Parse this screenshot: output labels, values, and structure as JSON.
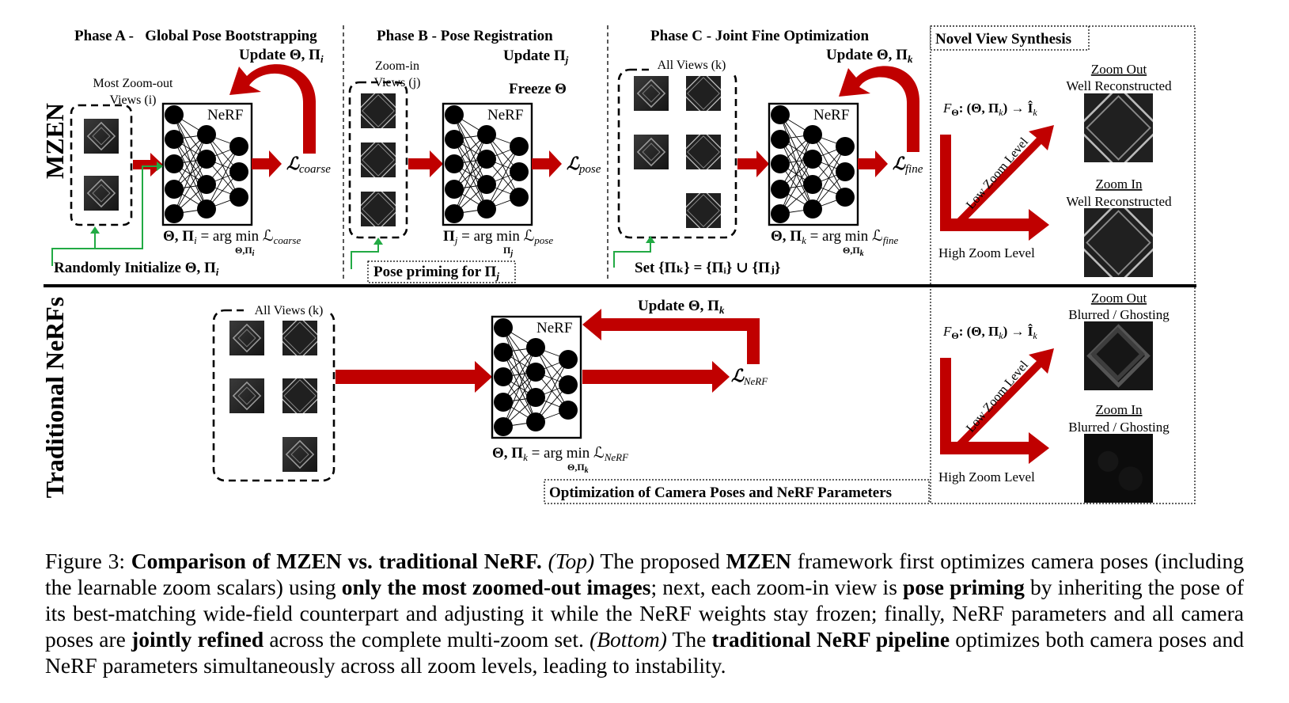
{
  "row_labels": {
    "top": "MZEN",
    "bottom": "Traditional NeRFs"
  },
  "phase_a": {
    "title": "Phase A -   Global Pose Bootstrapping",
    "update": "Update Θ, Π",
    "update_sub": "i",
    "views_label_1": "Most Zoom-out",
    "views_label_2": "Views (i)",
    "nerf": "NeRF",
    "loss_sym": "ℒ",
    "loss_sub": "coarse",
    "eq_main": "Θ, Π",
    "eq_sub": "i",
    "eq_rest": " = arg min ℒ",
    "eq_rest_sub": "coarse",
    "eq_under": "Θ,Π",
    "eq_under_sub": "i",
    "init": "Randomly Initialize Θ, Π",
    "init_sub": "i"
  },
  "phase_b": {
    "title": "Phase B - Pose Registration",
    "update": "Update Π",
    "update_sub": "j",
    "freeze": "Freeze Θ",
    "views_label_1": "Zoom-in",
    "views_label_2": "Views (j)",
    "nerf": "NeRF",
    "loss_sym": "ℒ",
    "loss_sub": "pose",
    "eq_main": "Π",
    "eq_sub": "j",
    "eq_rest": " = arg min ℒ",
    "eq_rest_sub": "pose",
    "eq_under": "Π",
    "eq_under_sub": "j",
    "priming": "Pose priming for Π",
    "priming_sub": "j"
  },
  "phase_c": {
    "title": "Phase C - Joint Fine Optimization",
    "update": "Update Θ, Π",
    "update_sub": "k",
    "views_label": "All Views (k)",
    "nerf": "NeRF",
    "loss_sym": "ℒ",
    "loss_sub": "fine",
    "eq_main": "Θ, Π",
    "eq_sub": "k",
    "eq_rest": " = arg min ℒ",
    "eq_rest_sub": "fine",
    "eq_under": "Θ,Π",
    "eq_under_sub": "k",
    "set": "Set {Π",
    "set_full": "Set {Πₖ} = {Πᵢ} ∪ {Πⱼ}"
  },
  "novel_view": {
    "title": "Novel View Synthesis",
    "formula": "F",
    "formula_sub": "Θ",
    "formula_rest": ": (Θ, Π",
    "formula_rest_sub": "k",
    "formula_end": ") → Î",
    "formula_end_sub": "k",
    "low_zoom": "Low Zoom Level",
    "high_zoom": "High Zoom Level",
    "top_out_title": "Zoom Out",
    "top_out_desc": "Well Reconstructed",
    "top_in_title": "Zoom In",
    "top_in_desc": "Well Reconstructed",
    "bottom_out_title": "Zoom Out",
    "bottom_out_desc": "Blurred / Ghosting",
    "bottom_in_title": "Zoom In",
    "bottom_in_desc": "Blurred / Ghosting"
  },
  "traditional": {
    "views_label": "All Views (k)",
    "nerf": "NeRF",
    "update": "Update Θ, Π",
    "update_sub": "k",
    "loss_sym": "ℒ",
    "loss_sub": "NeRF",
    "eq_main": "Θ, Π",
    "eq_sub": "k",
    "eq_rest": " = arg min ℒ",
    "eq_rest_sub": "NeRF",
    "eq_under": "Θ,Π",
    "eq_under_sub": "k",
    "optimization": "Optimization of Camera Poses and NeRF Parameters"
  },
  "caption": {
    "fig": "Figure 3: ",
    "title": "Comparison of MZEN vs. traditional NeRF.",
    "top_tag": "(Top)",
    "t1": " The proposed ",
    "mzen": "MZEN",
    "t2": " framework first optimizes camera poses (including the learnable zoom scalars) using ",
    "b1": "only the most zoomed-out images",
    "t3": "; next, each zoom-in view is ",
    "b2": "pose priming",
    "t4": " by inheriting the pose of its best-matching wide-field counterpart and adjusting it while the NeRF weights stay frozen; finally, NeRF parameters and all camera poses are ",
    "b3": "jointly refined",
    "t5": " across the complete multi-zoom set. ",
    "bottom_tag": "(Bottom)",
    "t6": " The ",
    "b4": "traditional NeRF pipeline",
    "t7": " optimizes both camera poses and NeRF parameters simultaneously across all zoom levels, leading to instability."
  },
  "colors": {
    "arrow": "#c00000",
    "green": "#22aa44",
    "tile": "#2a2a2a"
  }
}
